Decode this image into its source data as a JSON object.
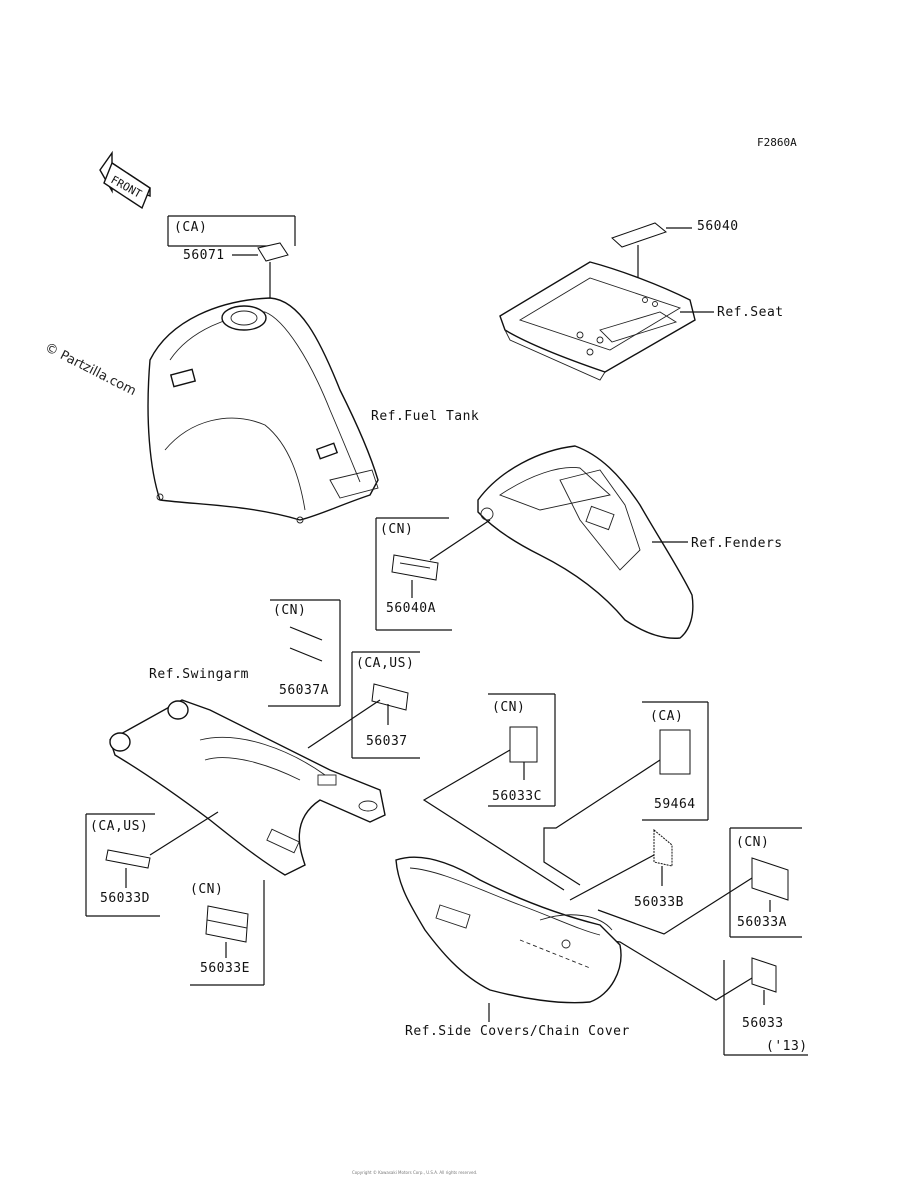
{
  "figure_code": "F2860A",
  "front_arrow": "FRONT",
  "watermark": "© Partzilla.com",
  "parts": {
    "p56071": {
      "region": "(CA)",
      "number": "56071"
    },
    "p56040": {
      "number": "56040"
    },
    "p56040A": {
      "region": "(CN)",
      "number": "56040A"
    },
    "p56037A": {
      "region": "(CN)",
      "number": "56037A"
    },
    "p56037": {
      "region": "(CA,US)",
      "number": "56037"
    },
    "p56033C": {
      "region": "(CN)",
      "number": "56033C"
    },
    "p59464": {
      "region": "(CA)",
      "number": "59464"
    },
    "p56033B": {
      "number": "56033B"
    },
    "p56033A": {
      "region": "(CN)",
      "number": "56033A"
    },
    "p56033": {
      "number": "56033",
      "note": "('13)"
    },
    "p56033D": {
      "region": "(CA,US)",
      "number": "56033D"
    },
    "p56033E": {
      "region": "(CN)",
      "number": "56033E"
    }
  },
  "refs": {
    "seat": "Ref.Seat",
    "fuel_tank": "Ref.Fuel Tank",
    "fenders": "Ref.Fenders",
    "swingarm": "Ref.Swingarm",
    "side_covers": "Ref.Side Covers/Chain Cover"
  },
  "footer": "Copyright © Kawasaki Motors Corp., U.S.A. All rights reserved."
}
